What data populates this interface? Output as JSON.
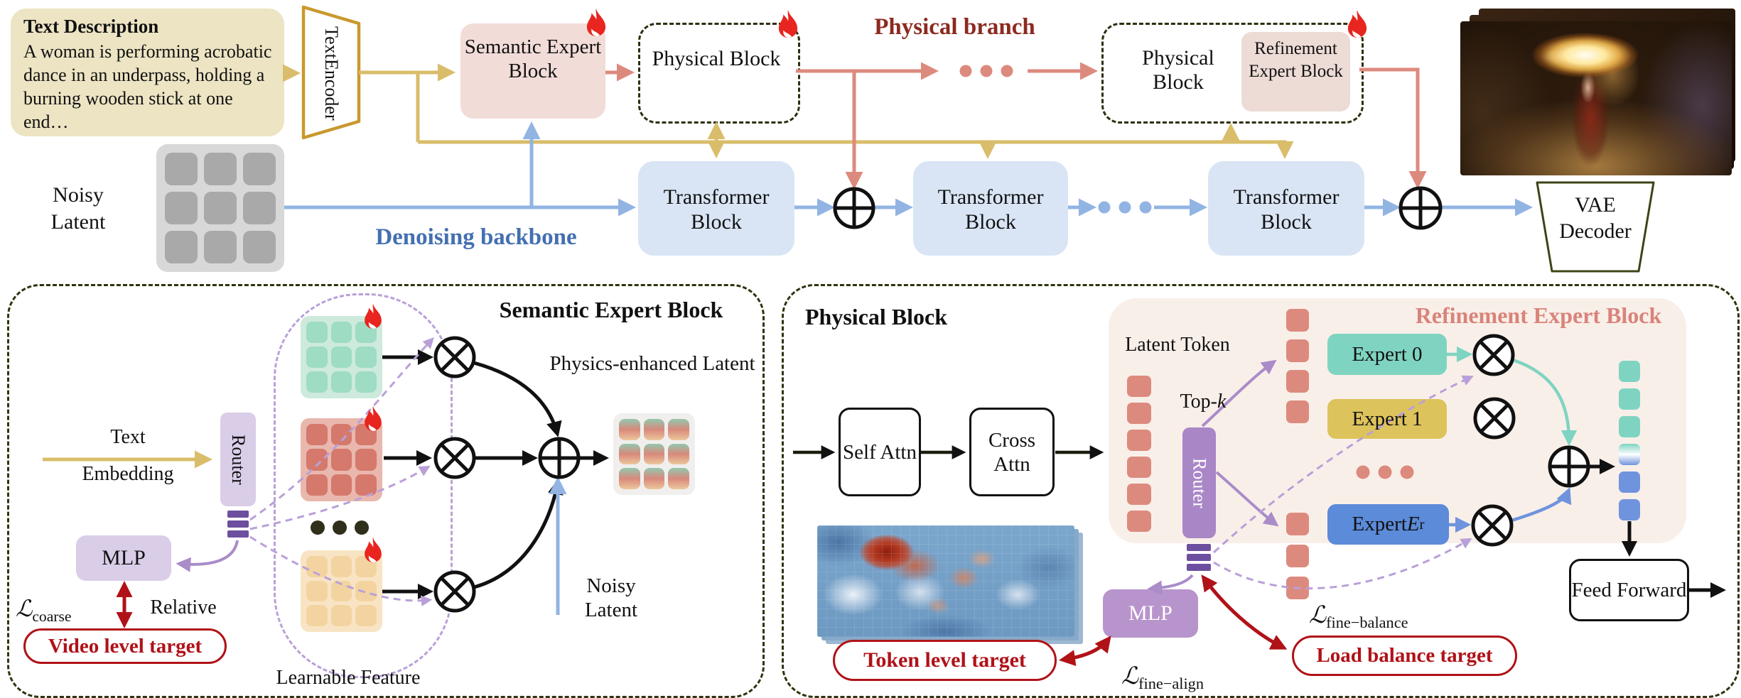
{
  "figure": {
    "top_row": {
      "text_description_title": "Text Description",
      "text_description_body": "A woman is performing acrobatic dance in an underpass, holding a burning wooden stick at one end…",
      "text_encoder_line1": "Text",
      "text_encoder_line2": "Encoder",
      "semantic_expert_block": "Semantic Expert Block",
      "physical_block_1": "Physical Block",
      "physical_block_2": "Physical Block",
      "refinement_expert_block": "Refinement Expert Block",
      "physical_branch_label": "Physical branch",
      "denoising_backbone_label": "Denoising backbone",
      "noisy_latent_label": "Noisy Latent",
      "transformer_blocks": [
        "Transformer Block",
        "Transformer Block",
        "Transformer Block"
      ],
      "vae_decoder": "VAE Decoder"
    },
    "semantic_panel": {
      "title": "Semantic Expert Block",
      "text_embedding_line1": "Text",
      "text_embedding_line2": "Embedding",
      "router_label": "Router",
      "mlp_label": "MLP",
      "loss_coarse_symbol": "ℒ",
      "loss_coarse_subscript": "coarse",
      "relative_label": "Relative",
      "video_level_target": "Video level target",
      "learnable_feature_label": "Learnable Feature",
      "physics_enhanced_latent_label": "Physics-enhanced Latent",
      "noisy_latent_label": "Noisy Latent"
    },
    "physical_panel": {
      "title": "Physical Block",
      "self_attn": "Self Attn",
      "cross_attn": "Cross Attn",
      "latent_token_label": "Latent Token",
      "top_k_prefix": "Top-",
      "top_k_var": "k",
      "router_label": "Router",
      "refinement_title": "Refinement Expert Block",
      "expert_0": "Expert 0",
      "expert_1": "Expert 1",
      "expert_r_prefix": "Expert ",
      "expert_r_var": "E",
      "expert_r_subscript": "r",
      "mlp_label": "MLP",
      "loss_symbol": "ℒ",
      "loss_fine_align_subscript": "fine−align",
      "loss_fine_balance_subscript": "fine−balance",
      "token_level_target": "Token level target",
      "load_balance_target": "Load balance target",
      "feed_forward": "Feed Forward"
    },
    "colors": {
      "condition_yellow": "#d9bd6a",
      "physical_salmon": "#dd8a7e",
      "backbone_blue": "#92b4e3",
      "branch_maroon": "#8c2a20",
      "backbone_label_blue": "#446fb2",
      "loss_red": "#b01218",
      "router_purple": "#6d4fa0",
      "refinement_pink_bg": "#f9efe9",
      "refinement_title_color": "#d9837a",
      "expert_teal": "#7fd4c1",
      "expert_gold": "#ddc35c",
      "expert_blue": "#5b8bd9"
    }
  }
}
